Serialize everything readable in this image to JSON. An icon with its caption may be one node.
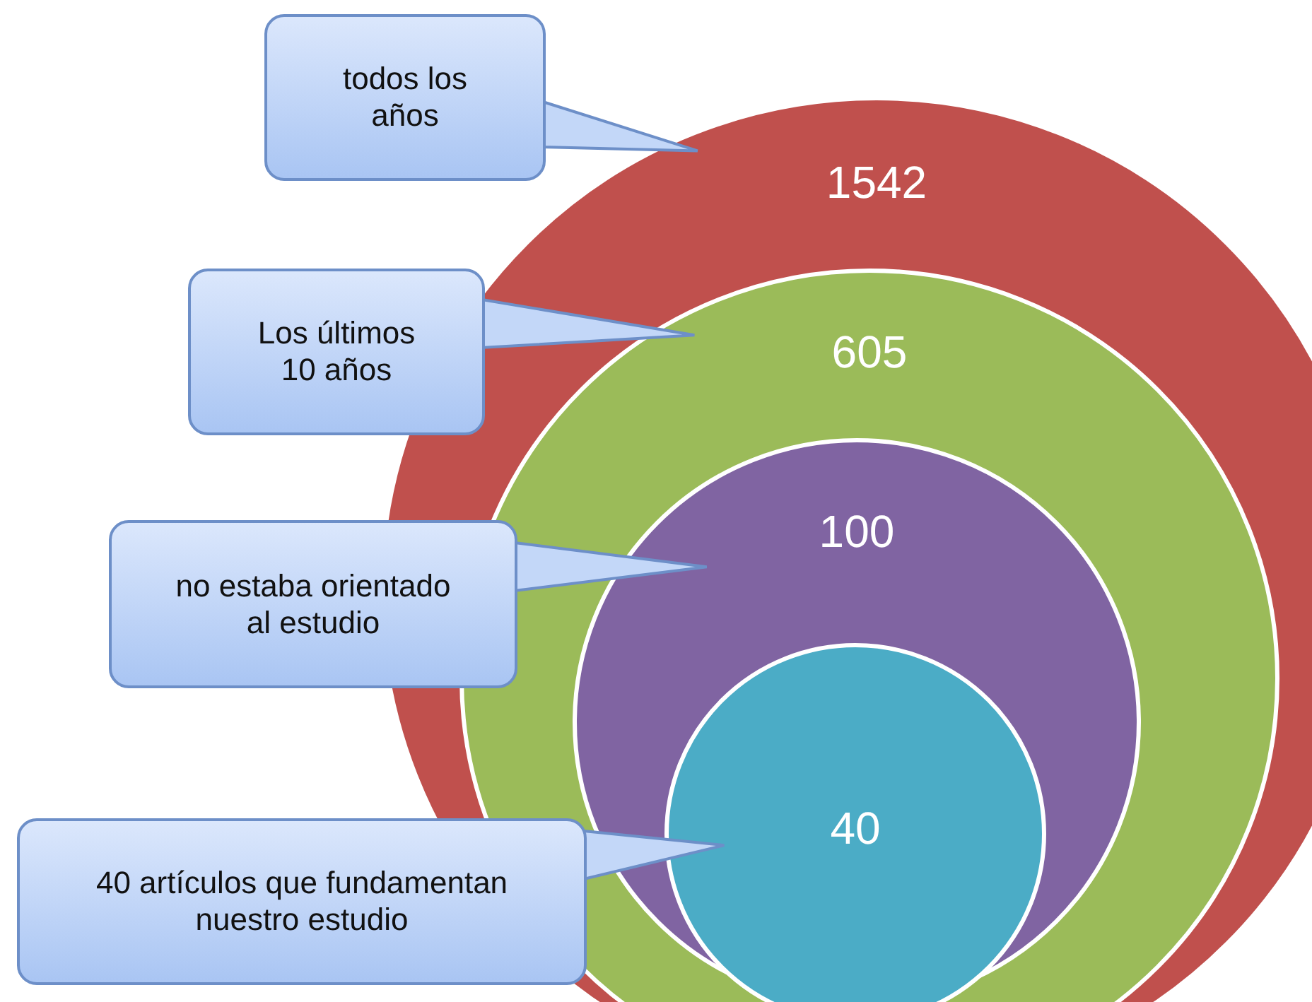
{
  "diagram": {
    "nodes": [
      {
        "text": [
          "todos los años"
        ]
      },
      {
        "text": [
          "1542"
        ]
      },
      {
        "text": [
          "Los últimos 10 años"
        ]
      },
      {
        "text": [
          "605"
        ],
        "in": 1
      },
      {
        "text": [
          "no estaba orientado al estudio"
        ]
      },
      {
        "text": [
          "100"
        ],
        "in": 3
      },
      {
        "text": [
          "40 artículos que fundamentan nuestro estudio"
        ]
      },
      {
        "text": [
          "40"
        ],
        "in": 5
      }
    ],
    "edges": [
      {
        "from": 0,
        "to": 1,
        "arrow": "none"
      },
      {
        "from": 2,
        "to": 3,
        "arrow": "none"
      },
      {
        "from": 4,
        "to": 5,
        "arrow": "none"
      },
      {
        "from": 6,
        "to": 7,
        "arrow": "none"
      }
    ]
  }
}
